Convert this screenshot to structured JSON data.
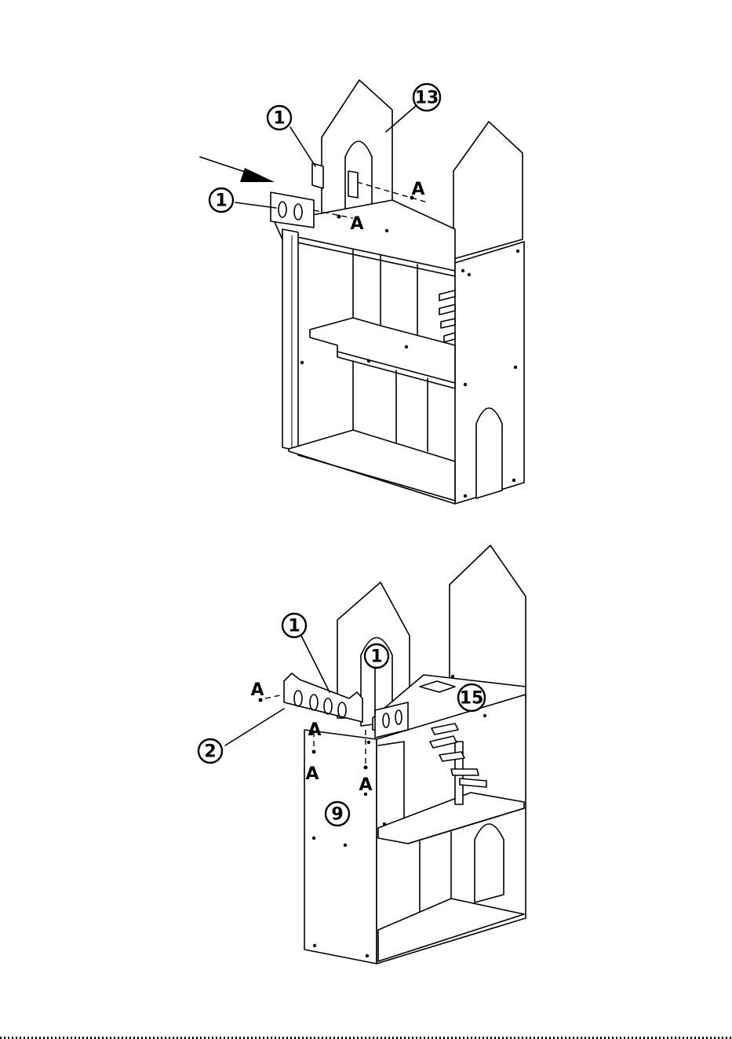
{
  "step_upper": {
    "callouts": [
      {
        "id": "c1",
        "label": "1"
      },
      {
        "id": "c2",
        "label": "13"
      },
      {
        "id": "c3",
        "label": "1"
      }
    ],
    "fastener_letters": [
      "A",
      "A"
    ]
  },
  "step_lower": {
    "callouts": [
      {
        "id": "c1",
        "label": "1"
      },
      {
        "id": "c2",
        "label": "1"
      },
      {
        "id": "c3",
        "label": "15"
      },
      {
        "id": "c4",
        "label": "2"
      },
      {
        "id": "c5",
        "label": "9"
      }
    ],
    "fastener_letters": [
      "A",
      "A",
      "A",
      "A"
    ]
  },
  "colors": {
    "line": "#000000",
    "background": "#ffffff"
  }
}
